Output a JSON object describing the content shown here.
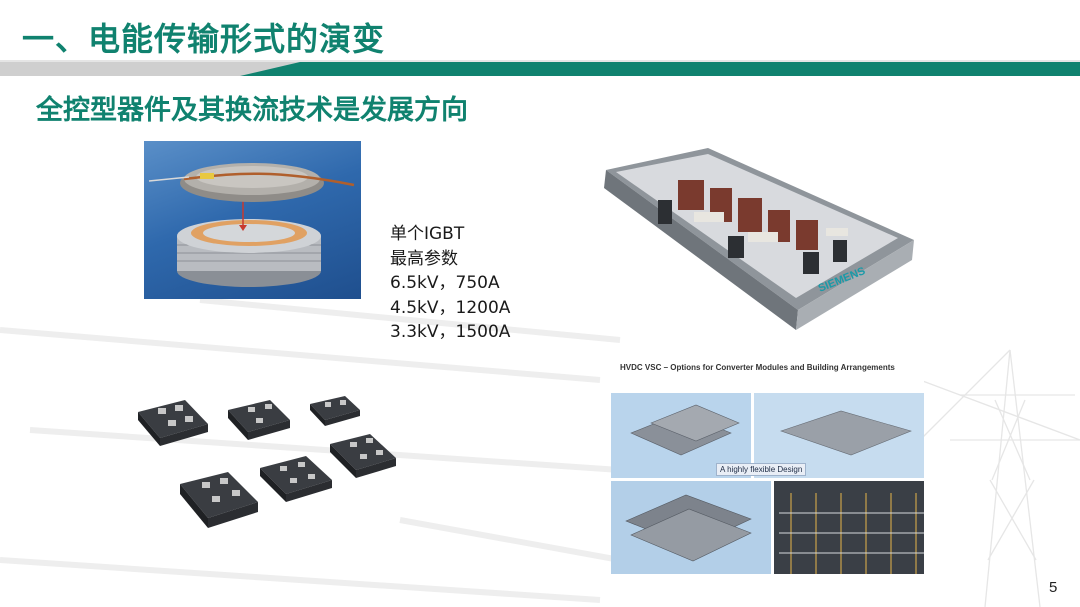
{
  "slide": {
    "title": "一、电能传输形式的演变",
    "subtitle": "全控型器件及其换流技术是发展方向",
    "page_number": "5"
  },
  "igbt_info": {
    "heading": "单个IGBT",
    "subheading": "最高参数",
    "ratings": [
      "6.5kV，750A",
      "4.5kV，1200A",
      "3.3kV，1500A"
    ]
  },
  "siemens_photo": {
    "brand_label": "SIEMENS"
  },
  "vsc_panel": {
    "title": "HVDC VSC – Options for Converter Modules and Building Arrangements",
    "caption": "A highly flexible Design"
  },
  "colors": {
    "accent_green": "#10826f",
    "header_gray": "#c8c8c8",
    "siemens_teal": "#1a9aa8"
  }
}
